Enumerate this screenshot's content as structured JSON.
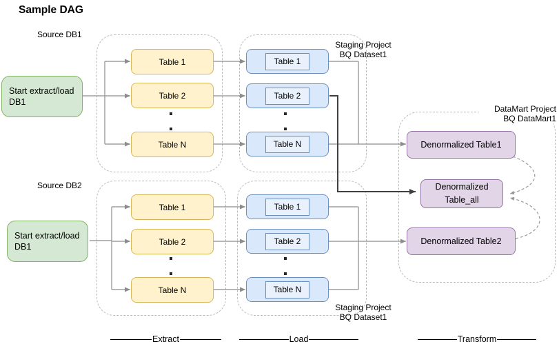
{
  "title": "Sample DAG",
  "colors": {
    "start_fill": "#d5e8d4",
    "start_stroke": "#82b366",
    "extract_fill": "#fff2cc",
    "extract_stroke": "#d6b656",
    "load_fill": "#dae8fc",
    "load_stroke": "#6c8ebf",
    "datamart_fill": "#e1d5e7",
    "datamart_stroke": "#9673a6",
    "edge": "#8c8c8c",
    "edge_dark": "#404040",
    "edge_dashed": "#999999",
    "group_border": "#bababa"
  },
  "pipelines": [
    {
      "source_label": "Source DB1",
      "start_node": {
        "line1": "Start extract/load",
        "line2": "DB1"
      },
      "extract_tables": [
        "Table 1",
        "Table 2",
        "Table N"
      ],
      "load_tables": [
        "Table 1",
        "Table 2",
        "Table N"
      ],
      "staging_label": {
        "line1": "Staging Project",
        "line2": "BQ Dataset1"
      }
    },
    {
      "source_label": "Source DB2",
      "start_node": {
        "line1": "Start extract/load",
        "line2": "DB1"
      },
      "extract_tables": [
        "Table 1",
        "Table 2",
        "Table N"
      ],
      "load_tables": [
        "Table 1",
        "Table 2",
        "Table N"
      ],
      "staging_label": {
        "line1": "Staging Project",
        "line2": "BQ Dataset1"
      }
    }
  ],
  "datamart": {
    "label": {
      "line1": "DataMart Project",
      "line2": "BQ DataMart1"
    },
    "table1": "Denormalized Table1",
    "table_all": {
      "line1": "Denormalized",
      "line2": "Table_all"
    },
    "table2": "Denormalized Table2"
  },
  "stage_labels": {
    "extract": "Extract",
    "load": "Load",
    "transform": "Transform"
  }
}
